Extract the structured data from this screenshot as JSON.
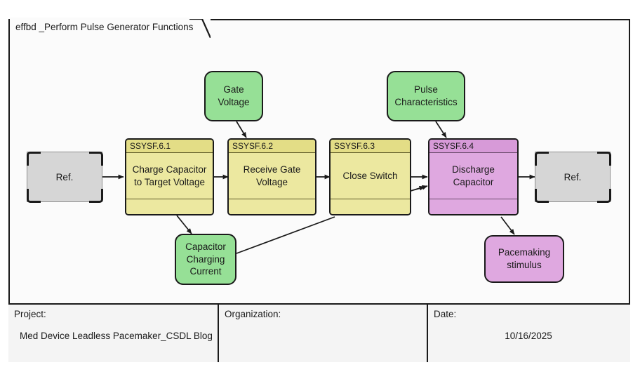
{
  "diagram": {
    "tab_title": "effbd _Perform Pulse Generator Functions",
    "colors": {
      "function_yellow": "#ece8a0",
      "function_yellow_header": "#e3dd86",
      "function_purple": "#dfa8e0",
      "item_green": "#96e096",
      "ref_grey": "#d6d6d6",
      "outline": "#1a1a1a"
    },
    "ref_boxes": [
      {
        "name": "ref-left",
        "label": "Ref."
      },
      {
        "name": "ref-right",
        "label": "Ref."
      }
    ],
    "functions": [
      {
        "id": "SSYSF.6.1",
        "label": "Charge Capacitor to Target Voltage",
        "color": "yellow"
      },
      {
        "id": "SSYSF.6.2",
        "label": "Receive Gate Voltage",
        "color": "yellow"
      },
      {
        "id": "SSYSF.6.3",
        "label": "Close Switch",
        "color": "yellow"
      },
      {
        "id": "SSYSF.6.4",
        "label": "Discharge Capacitor",
        "color": "purple"
      }
    ],
    "items": [
      {
        "label": "Gate Voltage",
        "color": "green"
      },
      {
        "label": "Pulse Characteristics",
        "color": "green"
      },
      {
        "label": "Capacitor Charging Current",
        "color": "green"
      },
      {
        "label": "Pacemaking stimulus",
        "color": "purple"
      }
    ]
  },
  "footer": {
    "project_label": "Project:",
    "project_value": "Med Device Leadless Pacemaker_CSDL Blog",
    "organization_label": "Organization:",
    "organization_value": "",
    "date_label": "Date:",
    "date_value": "10/16/2025"
  }
}
